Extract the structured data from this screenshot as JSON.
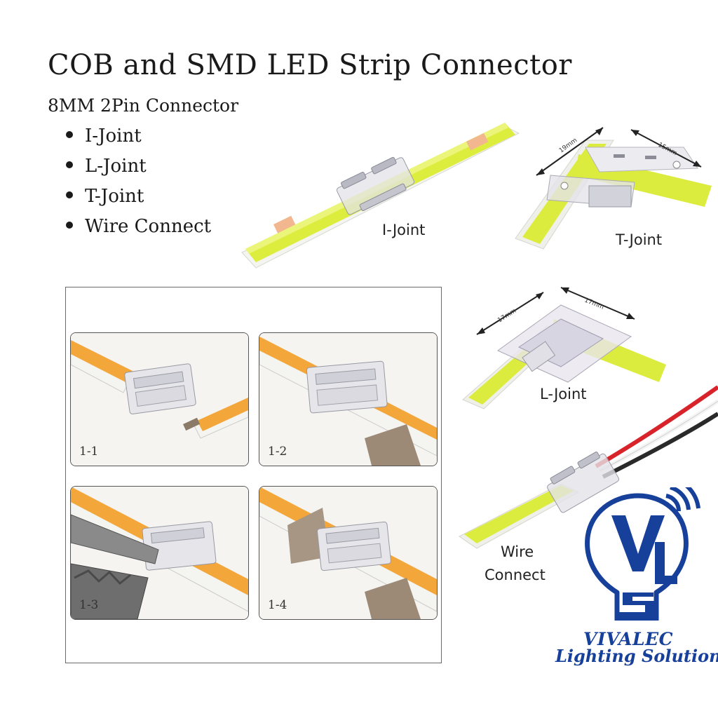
{
  "title": "COB and SMD LED Strip Connector",
  "subtitle": "8MM 2Pin Connector",
  "bullets": [
    "I-Joint",
    "L-Joint",
    "T-Joint",
    "Wire Connect"
  ],
  "captions": {
    "i_joint": "I-Joint",
    "t_joint": "T-Joint",
    "l_joint": "L-Joint",
    "wire_connect_line1": "Wire",
    "wire_connect_line2": "Connect"
  },
  "dimensions": {
    "t_joint_left": "19mm",
    "t_joint_right": "15mm",
    "l_joint_left": "17mm",
    "l_joint_right": "17mm"
  },
  "steps": [
    "1-1",
    "1-2",
    "1-3",
    "1-4"
  ],
  "brand": {
    "line1": "VIVALEC",
    "line2": "Lighting Solutions",
    "logo_letters": "VLS"
  },
  "colors": {
    "strip_yellow": "#d9ec3c",
    "strip_orange": "#f3a63a",
    "brand_blue": "#17409a",
    "wire_red": "#d8232a",
    "wire_black": "#2a2a2a"
  }
}
